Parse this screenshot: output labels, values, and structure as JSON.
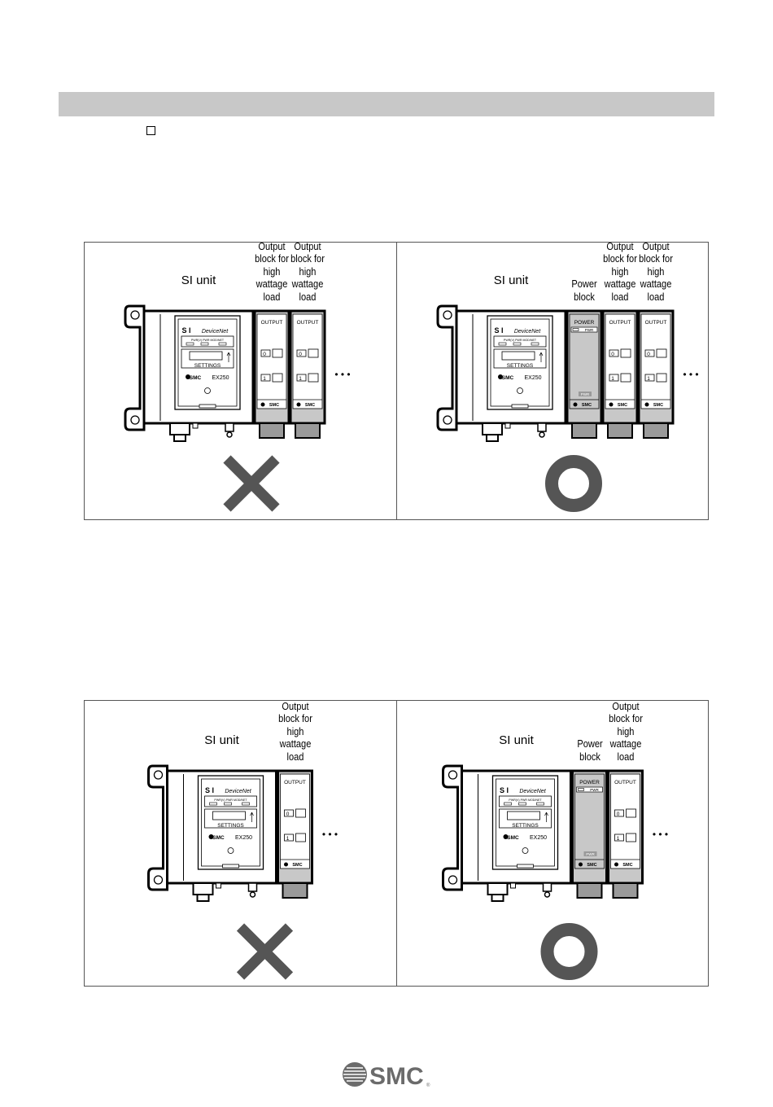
{
  "figures": [
    {
      "left_panel": {
        "si_label": "SI unit",
        "blocks": [
          {
            "label": "Output\nblock for\nhigh\nwattage\nload"
          },
          {
            "label": "Output\nblock for\nhigh\nwattage\nload"
          }
        ],
        "mark": "cross"
      },
      "right_panel": {
        "si_label": "SI unit",
        "blocks": [
          {
            "label": "Power\nblock"
          },
          {
            "label": "Output\nblock for\nhigh\nwattage\nload"
          },
          {
            "label": "Output\nblock for\nhigh\nwattage\nload"
          }
        ],
        "mark": "circle"
      }
    },
    {
      "left_panel": {
        "si_label": "SI unit",
        "blocks": [
          {
            "label": "Output\nblock for\nhigh\nwattage\nload"
          }
        ],
        "mark": "cross"
      },
      "right_panel": {
        "si_label": "SI unit",
        "blocks": [
          {
            "label": "Power\nblock"
          },
          {
            "label": "Output\nblock for\nhigh\nwattage\nload"
          }
        ],
        "mark": "circle"
      }
    }
  ],
  "device": {
    "si_brand": "S I",
    "network": "DeviceNet",
    "led_labels": "PWR(V) PWR MOD/NET",
    "settings": "SETTINGS",
    "model": "EX250",
    "brand": "SMC",
    "output_label": "OUTPUT",
    "power_label": "POWER",
    "pwr_label": "PWR",
    "ch0": "0",
    "ch1": "1",
    "ellipsis": "• • •"
  },
  "footer": {
    "logo_text": "SMC"
  },
  "colors": {
    "mark": "#555555",
    "block_fill": "#c8c8c8",
    "block_dark": "#9a9a9a",
    "section_bar": "#c8c8c8"
  }
}
